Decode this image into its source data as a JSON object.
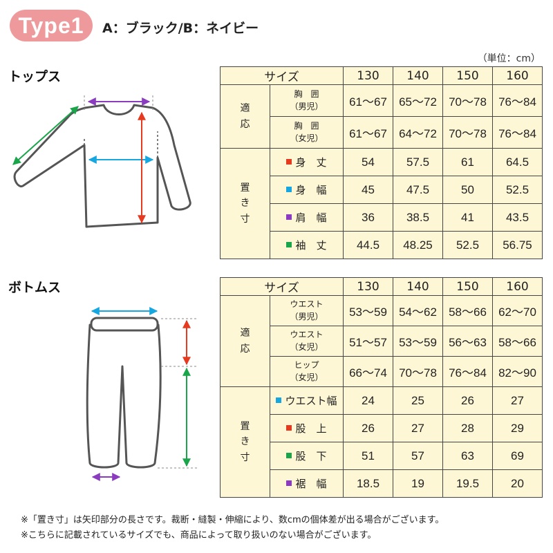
{
  "header": {
    "type_label": "Type1",
    "colors": "A：ブラック/B：ネイビー",
    "unit": "（単位：cm）"
  },
  "colors": {
    "badge": "#ee9a9c",
    "table_bg": "#fef7d6",
    "red": "#e53a1f",
    "blue": "#16a6e0",
    "purple": "#8a3bbf",
    "green": "#1aa54a",
    "garment_outline": "#555555"
  },
  "tops": {
    "title": "トップス",
    "size_header": "サイズ",
    "sizes": [
      "130",
      "140",
      "150",
      "160"
    ],
    "fit_label": "適\n応",
    "fit_rows": [
      {
        "label": "胸　囲\n（男児）",
        "values": [
          "61～67",
          "65～72",
          "70～78",
          "76～84"
        ]
      },
      {
        "label": "胸　囲\n（女児）",
        "values": [
          "61～67",
          "64～72",
          "70～78",
          "76～84"
        ]
      }
    ],
    "measure_label": "置\nき\n寸",
    "measure_rows": [
      {
        "color": "red",
        "label": "身　丈",
        "values": [
          "54",
          "57.5",
          "61",
          "64.5"
        ]
      },
      {
        "color": "blue",
        "label": "身　幅",
        "values": [
          "45",
          "47.5",
          "50",
          "52.5"
        ]
      },
      {
        "color": "purple",
        "label": "肩　幅",
        "values": [
          "36",
          "38.5",
          "41",
          "43.5"
        ]
      },
      {
        "color": "green",
        "label": "袖　丈",
        "values": [
          "44.5",
          "48.25",
          "52.5",
          "56.75"
        ]
      }
    ]
  },
  "bottoms": {
    "title": "ボトムス",
    "size_header": "サイズ",
    "sizes": [
      "130",
      "140",
      "150",
      "160"
    ],
    "fit_label": "適\n応",
    "fit_rows": [
      {
        "label": "ウエスト\n（男児）",
        "values": [
          "53～59",
          "54～62",
          "58～66",
          "62～70"
        ]
      },
      {
        "label": "ウエスト\n（女児）",
        "values": [
          "51～57",
          "53～59",
          "56～63",
          "58～66"
        ]
      },
      {
        "label": "ヒップ\n（女児）",
        "values": [
          "66～74",
          "70～78",
          "76～84",
          "82～90"
        ]
      }
    ],
    "measure_label": "置\nき\n寸",
    "measure_rows": [
      {
        "color": "blue",
        "label": "ウエスト幅",
        "values": [
          "24",
          "25",
          "26",
          "27"
        ]
      },
      {
        "color": "red",
        "label": "股　上",
        "values": [
          "26",
          "27",
          "28",
          "29"
        ]
      },
      {
        "color": "green",
        "label": "股　下",
        "values": [
          "51",
          "57",
          "63",
          "69"
        ]
      },
      {
        "color": "purple",
        "label": "裾　幅",
        "values": [
          "18.5",
          "19",
          "19.5",
          "20"
        ]
      }
    ]
  },
  "notes": [
    "※「置き寸」は矢印部分の長さです。裁断・縫製・伸縮により、数cmの個体差が出る場合がございます。",
    "※こちらに記載されているサイズでも、商品によって取り扱いのない場合がございます。"
  ]
}
